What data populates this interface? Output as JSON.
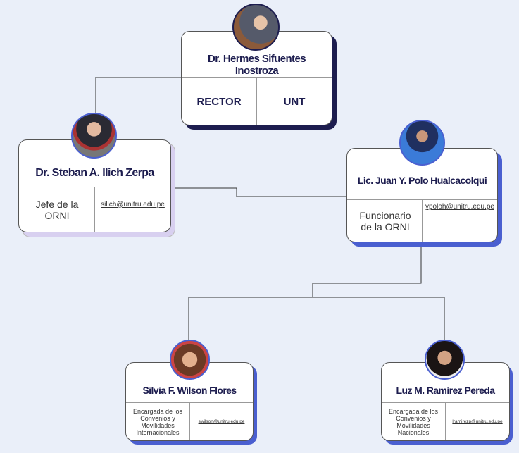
{
  "rector": {
    "name": "Dr. Hermes Sifuentes Inostroza",
    "role": "RECTOR",
    "org": "UNT"
  },
  "jefe": {
    "name": "Dr. Steban A. Ilich Zerpa",
    "role": "Jefe de la ORNI",
    "email": "silich@unitru.edu.pe"
  },
  "funcionario": {
    "name": "Lic. Juan Y. Polo Hualcacolqui",
    "role": "Funcionario de la ORNI",
    "email": "ypoloh@unitru.edu.pe"
  },
  "encargada_int": {
    "name": "Silvia F. Wilson Flores",
    "role": "Encargada de los Convenios y Movilidades Internacionales",
    "email": "swilson@unitru.edu.pe"
  },
  "encargada_nac": {
    "name": "Luz M. Ramírez Pereda",
    "role": "Encargada de los Convenios y Movilidades Nacionales",
    "email": "lramirezp@unitru.edu.pe"
  },
  "colors": {
    "navy": "#1d1d4f",
    "blue": "#4a5fd0",
    "lavender": "#d8d0f0",
    "background": "#eaeff9"
  }
}
